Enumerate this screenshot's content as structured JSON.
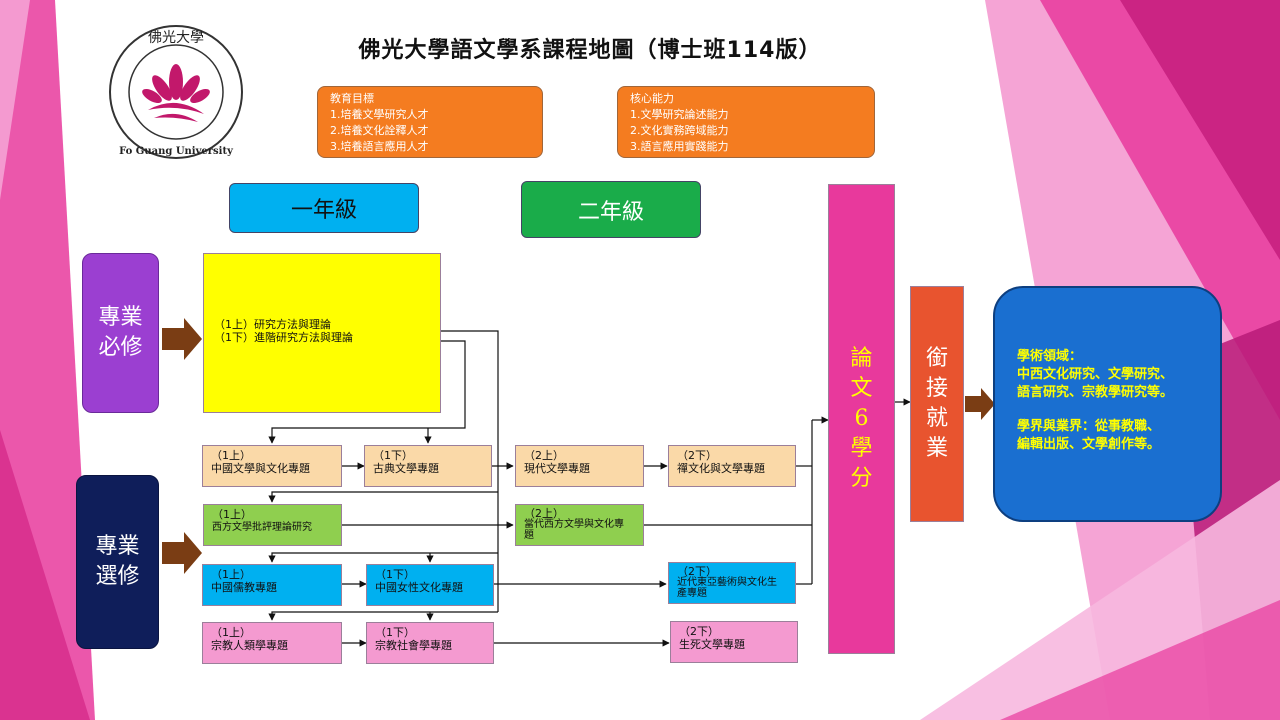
{
  "title": "佛光大學語文學系課程地圖（博士班114版）",
  "logo": {
    "chinese": "佛光大學",
    "english": "Fo Guang University"
  },
  "goals": {
    "heading": "教育目標",
    "items": [
      "1.培養文學研究人才",
      "2.培養文化詮釋人才",
      "3.培養語言應用人才"
    ]
  },
  "abilities": {
    "heading": "核心能力",
    "items": [
      "1.文學研究論述能力",
      "2.文化實務跨域能力",
      "3.語言應用實踐能力"
    ]
  },
  "grades": {
    "year1": "一年級",
    "year2": "二年級"
  },
  "sides": {
    "required": [
      "專業",
      "必修"
    ],
    "elective": [
      "專業",
      "選修"
    ]
  },
  "required_course": [
    "（1上）研究方法與理論",
    "（1下）進階研究方法與理論"
  ],
  "courses": {
    "c1": [
      "（1上）",
      "中國文學與文化專題"
    ],
    "c2": [
      "（1下）",
      "古典文學專題"
    ],
    "c3": [
      "（2上）",
      "現代文學專題"
    ],
    "c4": [
      "（2下）",
      "禪文化與文學專題"
    ],
    "c5": [
      "（1上）",
      "西方文學批評理論研究"
    ],
    "c6": [
      "（2上）",
      "當代西方文學與文化專",
      "題"
    ],
    "c7": [
      "（1上）",
      "中國儒教專題"
    ],
    "c8": [
      "（1下）",
      "中國女性文化專題"
    ],
    "c9": [
      "（2下）",
      "近代東亞藝術與文化生",
      "產專題"
    ],
    "c10": [
      "（1上）",
      "宗教人類學專題"
    ],
    "c11": [
      "（1下）",
      "宗教社會學專題"
    ],
    "c12": [
      "（2下）",
      "生死文學專題"
    ]
  },
  "thesis": [
    "論",
    "文",
    "6",
    "學",
    "分"
  ],
  "career": [
    "銜",
    "接",
    "就",
    "業"
  ],
  "outcome": {
    "line1": "學術領域：",
    "line2": "中西文化研究、文學研究、",
    "line3": "語言研究、宗教學研究等。",
    "line4": "學界與業界：從事教職、",
    "line5": "編輯出版、文學創作等。"
  },
  "colors": {
    "orange": "#f47c20",
    "cyan": "#00b0f0",
    "green": "#1aac4a",
    "purple": "#9b3fd1",
    "navy": "#0f1e5a",
    "yellow": "#ffff00",
    "peach": "#fad9a8",
    "lightgreen": "#8fcf4f",
    "sky": "#00b0f0",
    "pink": "#f49ad0",
    "magenta": "#e8399c",
    "redorange": "#e8542f",
    "blue": "#1a6fd0",
    "brown": "#7a3d14"
  }
}
